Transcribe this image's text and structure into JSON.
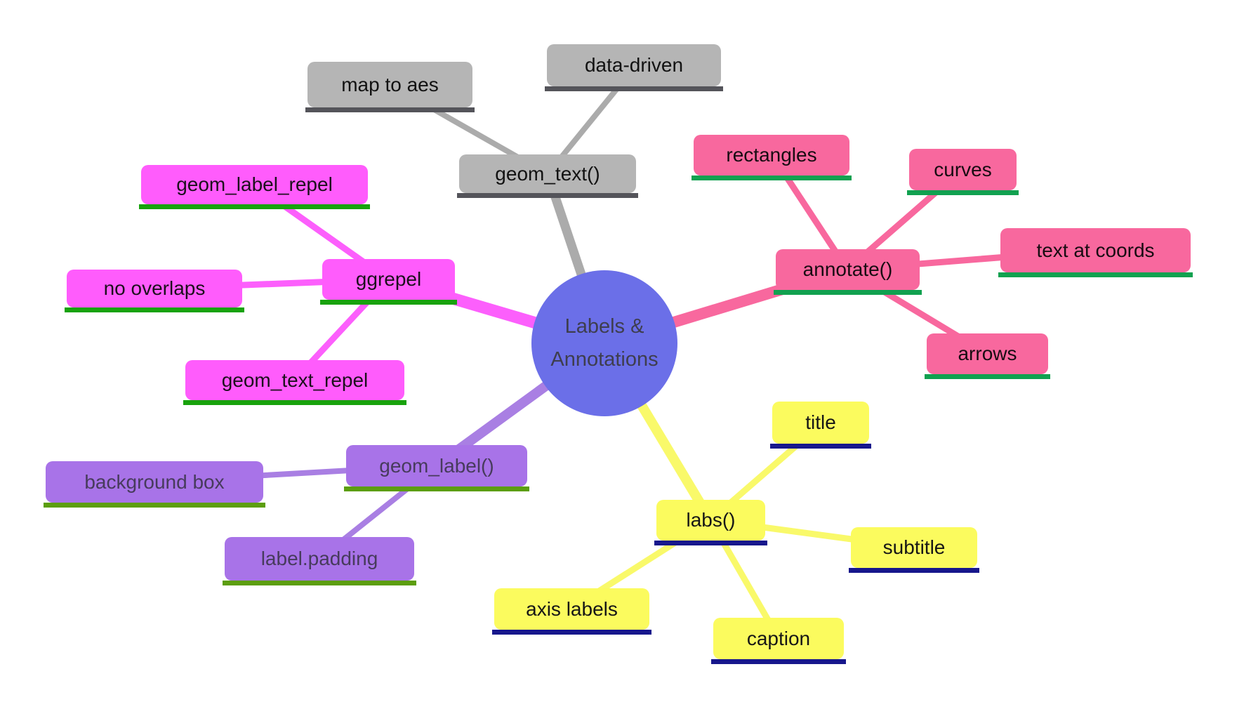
{
  "diagram": {
    "type": "mind-map",
    "background": "#ffffff",
    "center": {
      "line1": "Labels &",
      "line2": "Annotations",
      "color": "#6b6fe8",
      "text_color": "#3e3e4e"
    },
    "branches": [
      {
        "name": "geom-text",
        "node": "geom_text()",
        "color": "#b5b5b5",
        "underline_color": "#54545a",
        "children": [
          "map to aes",
          "data-driven"
        ]
      },
      {
        "name": "ggrepel",
        "node": "ggrepel",
        "color": "#ff5cfc",
        "underline_color": "#18a20c",
        "children": [
          "geom_label_repel",
          "no overlaps",
          "geom_text_repel"
        ]
      },
      {
        "name": "annotate",
        "node": "annotate()",
        "color": "#f8689e",
        "underline_color": "#11a150",
        "children": [
          "rectangles",
          "curves",
          "text at coords",
          "arrows"
        ]
      },
      {
        "name": "geom-label",
        "node": "geom_label()",
        "color": "#a873e8",
        "underline_color": "#5c9e0e",
        "children": [
          "background box",
          "label.padding"
        ]
      },
      {
        "name": "labs",
        "node": "labs()",
        "color": "#fbfb5e",
        "underline_color": "#17178c",
        "children": [
          "title",
          "subtitle",
          "axis labels",
          "caption"
        ]
      }
    ]
  }
}
